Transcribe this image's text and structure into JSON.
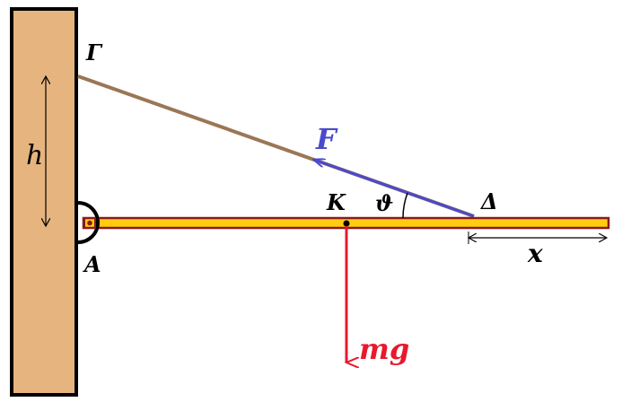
{
  "labels": {
    "gamma": "Γ",
    "h": "h",
    "force": "F",
    "k": "K",
    "theta": "ϑ",
    "delta": "Δ",
    "a": "A",
    "x": "x",
    "weight": "mg"
  },
  "colors": {
    "wall_fill": "#e6b47e",
    "wall_stroke": "#000000",
    "rod_fill": "#ffcc11",
    "rod_stroke": "#8b1a1a",
    "rope": "#9a7755",
    "force": "#4a4acd",
    "weight": "#e8192c",
    "ink": "#000000"
  }
}
